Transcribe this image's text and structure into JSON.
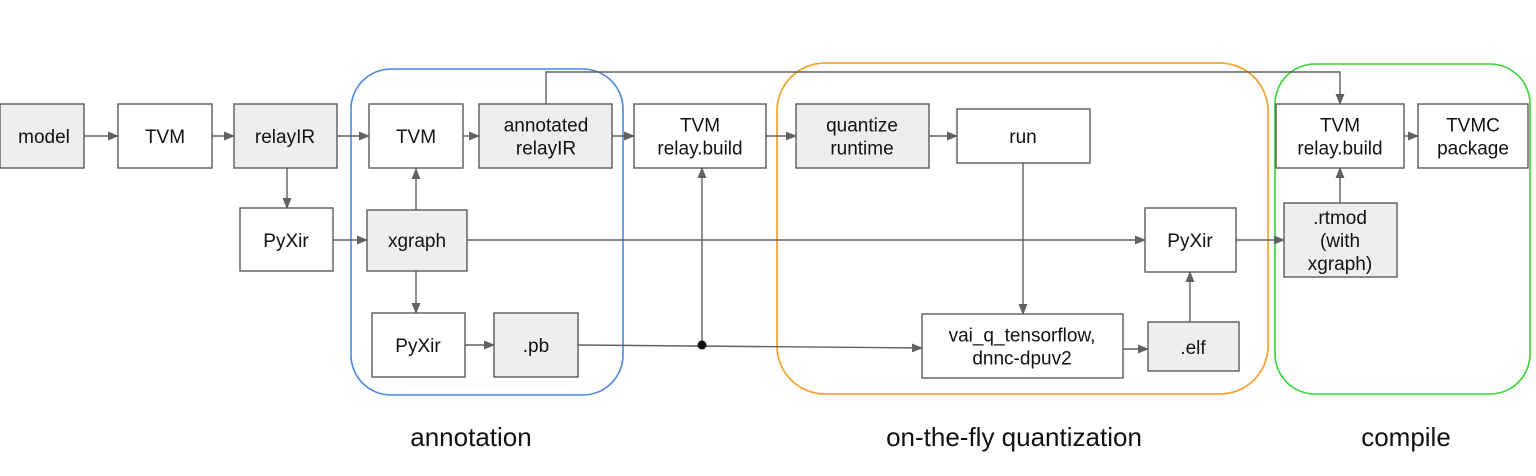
{
  "nodes": {
    "model": {
      "label": "model"
    },
    "tvm_1": {
      "label": "TVM"
    },
    "relayir": {
      "label": "relayIR"
    },
    "pyxir_1": {
      "label": "PyXir"
    },
    "tvm_2": {
      "label": "TVM"
    },
    "annotated_relayir": {
      "label": "annotated\nrelayIR"
    },
    "xgraph": {
      "label": "xgraph"
    },
    "pyxir_2": {
      "label": "PyXir"
    },
    "pb": {
      "label": ".pb"
    },
    "tvm_relay_build_1": {
      "label": "TVM\nrelay.build"
    },
    "quantize_runtime": {
      "label": "quantize\nruntime"
    },
    "run": {
      "label": "run"
    },
    "pyxir_3": {
      "label": "PyXir"
    },
    "vai_q": {
      "label": "vai_q_tensorflow,\ndnnc-dpuv2"
    },
    "elf": {
      "label": ".elf"
    },
    "tvm_relay_build_2": {
      "label": "TVM\nrelay.build"
    },
    "tvmc_package": {
      "label": "TVMC\npackage"
    },
    "rtmod": {
      "label": ".rtmod\n(with\nxgraph)"
    }
  },
  "groups": {
    "annotation": {
      "label": "annotation",
      "color": "#4a86e8"
    },
    "quantization": {
      "label": "on-the-fly quantization",
      "color": "#f3a73b"
    },
    "compile": {
      "label": "compile",
      "color": "#33d633"
    }
  },
  "edges": [
    [
      "model",
      "tvm_1"
    ],
    [
      "tvm_1",
      "relayir"
    ],
    [
      "relayir",
      "tvm_2"
    ],
    [
      "relayir",
      "pyxir_1"
    ],
    [
      "pyxir_1",
      "xgraph"
    ],
    [
      "xgraph",
      "tvm_2"
    ],
    [
      "xgraph",
      "pyxir_2"
    ],
    [
      "tvm_2",
      "annotated_relayir"
    ],
    [
      "annotated_relayir",
      "tvm_relay_build_1"
    ],
    [
      "annotated_relayir",
      "tvm_relay_build_2"
    ],
    [
      "pyxir_2",
      "pb"
    ],
    [
      "pb",
      "vai_q"
    ],
    [
      "pb",
      "tvm_relay_build_1"
    ],
    [
      "tvm_relay_build_1",
      "quantize_runtime"
    ],
    [
      "quantize_runtime",
      "run"
    ],
    [
      "run",
      "vai_q"
    ],
    [
      "xgraph",
      "pyxir_3"
    ],
    [
      "vai_q",
      "elf"
    ],
    [
      "elf",
      "pyxir_3"
    ],
    [
      "pyxir_3",
      "rtmod"
    ],
    [
      "rtmod",
      "tvm_relay_build_2"
    ],
    [
      "tvm_relay_build_2",
      "tvmc_package"
    ]
  ],
  "colors": {
    "box_fill_gray": "#eeeeee",
    "box_fill_white": "#ffffff",
    "line": "#616161"
  }
}
